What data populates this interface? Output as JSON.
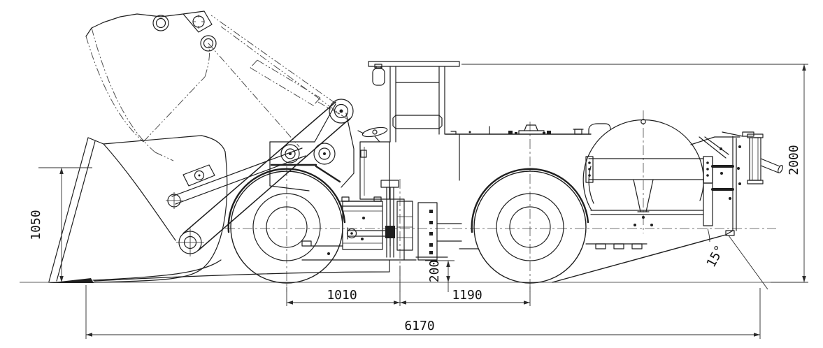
{
  "drawing": {
    "type": "engineering side-view line drawing of an underground LHD wheel loader",
    "background_color": "#ffffff",
    "line_color": "#1f1f1f",
    "phantom_line_color": "#4f4f4f",
    "dimension_color": "#2b2b2b"
  },
  "dimensions": {
    "bucket_height": "1050",
    "overall_length": "6170",
    "front_axle_to_articulation": "1010",
    "articulation_to_rear_axle": "1190",
    "ground_clearance": "200",
    "overall_height": "2000",
    "rear_departure_angle": "15°"
  }
}
